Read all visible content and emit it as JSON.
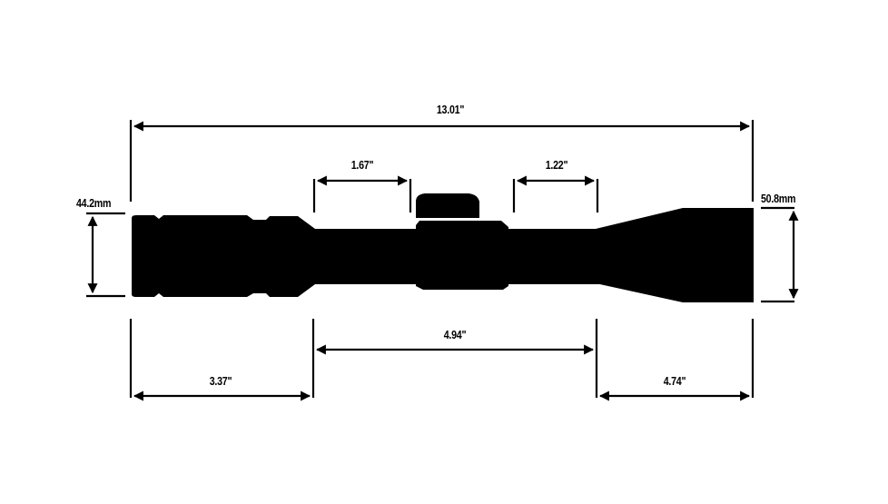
{
  "diagram": {
    "subject": "Riflescope dimensions",
    "colors": {
      "background": "#ffffff",
      "ink": "#000000"
    },
    "dimensions": {
      "overall_length": "13.01\"",
      "eyepiece_length": "3.37\"",
      "tube_center_length": "4.94\"",
      "objective_length": "4.74\"",
      "front_mount_space": "1.67\"",
      "rear_mount_space": "1.22\"",
      "eyepiece_diameter": "44.2mm",
      "objective_diameter": "50.8mm"
    }
  }
}
